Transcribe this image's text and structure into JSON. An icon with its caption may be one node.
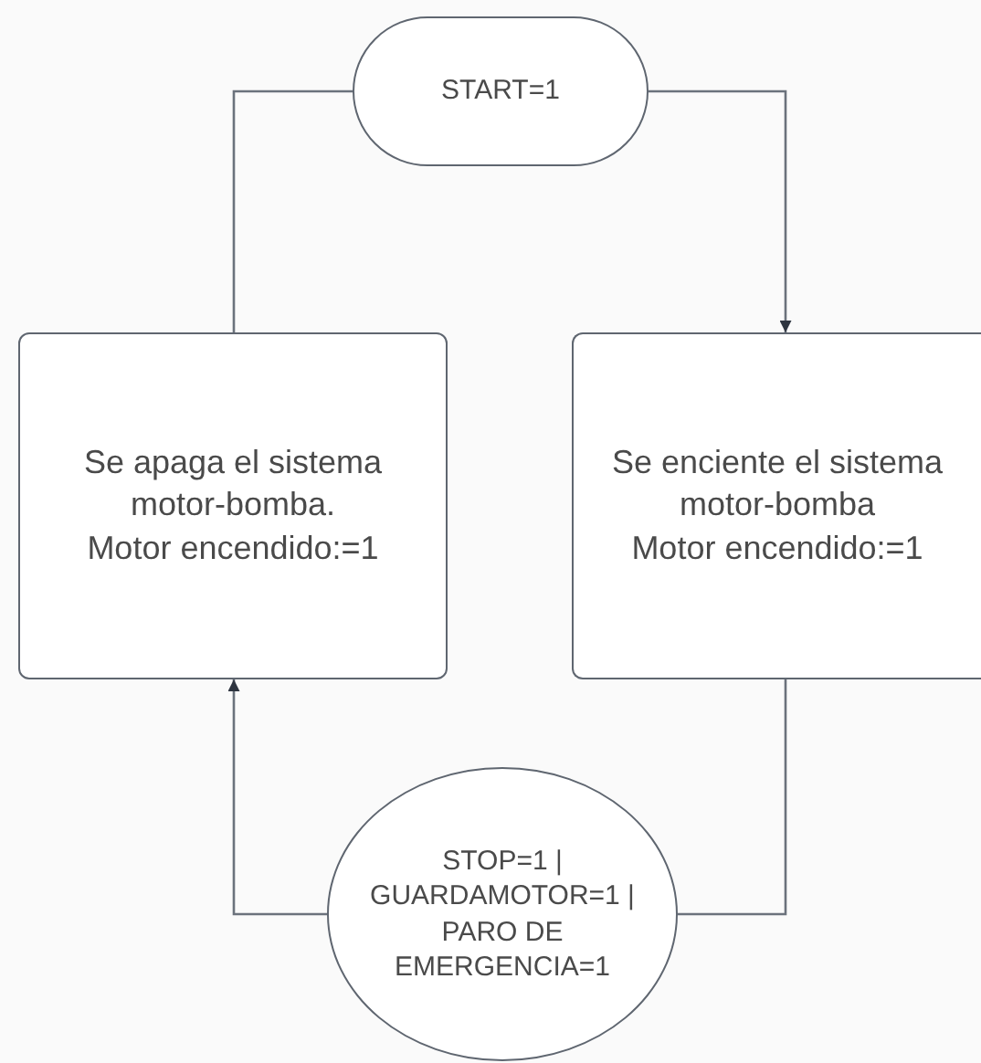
{
  "diagram": {
    "nodes": [
      {
        "text": [
          "START=1"
        ]
      },
      {
        "text": [
          "Se apaga el sistema motor-bomba.",
          "Motor encendido:=1"
        ]
      },
      {
        "text": [
          "Se enciente el sistema motor-bomba",
          "Motor encendido:=1"
        ]
      },
      {
        "text": [
          "STOP=1 | GUARDAMOTOR=1 | PARO DE EMERGENCIA=1"
        ]
      }
    ],
    "edges": [
      {
        "from": 1,
        "to": 0,
        "arrow": "none"
      },
      {
        "from": 0,
        "to": 2,
        "arrow": "to"
      },
      {
        "from": 2,
        "to": 3,
        "arrow": "none"
      },
      {
        "from": 3,
        "to": 1,
        "arrow": "to"
      }
    ]
  }
}
